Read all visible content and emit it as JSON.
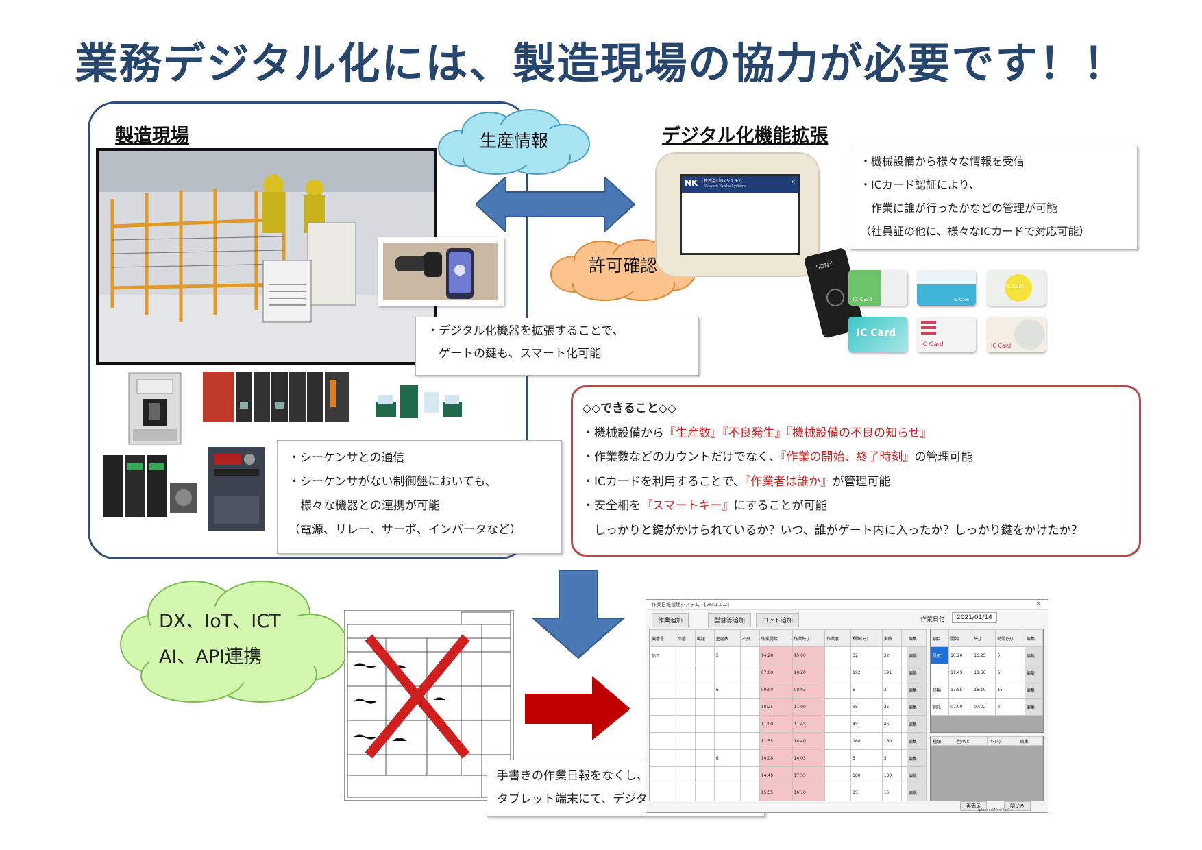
{
  "title": "業務デジタル化には、製造現場の協力が必要です！！",
  "left_heading": "製造現場",
  "right_heading": "デジタル化機能拡張",
  "clouds": {
    "production_info": "生産情報",
    "permission_check": "許可確認",
    "dx_line1": "DX、IoT、ICT",
    "dx_line2": "AI、API連携"
  },
  "gate_box": [
    "・デジタル化機器を拡張することで、",
    "　ゲートの鍵も、スマート化可能"
  ],
  "sequencer_box": [
    "・シーケンサとの通信",
    "・シーケンサがない制御盤においても、",
    "　様々な機器との連携が可能",
    "（電源、リレー、サーボ、インバータなど）"
  ],
  "features_box": [
    "・機械設備から様々な情報を受信",
    "・ICカード認証により、",
    "　作業に誰が行ったかなどの管理が可能",
    "（社員証の他に、様々なICカードで対応可能）"
  ],
  "tablet_screen": {
    "logo": "NK",
    "company": "株式会社NKシステム",
    "sub": "Network Kaisha Systems"
  },
  "ic_cards": [
    "IC Card",
    "IC Card",
    "IC Card",
    "IC Card",
    "IC Card",
    "IC Card"
  ],
  "can_do": {
    "heading": "◇◇できること◇◇",
    "l1": {
      "a": "・機械設備から",
      "b": "『生産数』『不良発生』『機械設備の不良の知らせ』",
      "c": ""
    },
    "l2": {
      "a": "・作業数などのカウントだけでなく、",
      "b": "『作業の開始、終了時刻』",
      "c": "の管理可能"
    },
    "l3": {
      "a": "・ICカードを利用することで、",
      "b": "『作業者は誰か』",
      "c": "が管理可能"
    },
    "l4": {
      "a": "・安全柵を",
      "b": "『スマートキー』",
      "c": "にすることが可能"
    },
    "l5": "　しっかりと鍵がかけられているか？いつ、誰がゲート内に入ったか？しっかり鍵をかけたか？"
  },
  "handwritten_box": [
    "手書きの作業日報をなくし、",
    "タブレット端末にて、デジタル化へ拡大"
  ],
  "app": {
    "window_title": "作業日報管理システム - [ver.1.0.2]",
    "btn_add_work": "作業追加",
    "btn_add_model": "型替等追加",
    "btn_add_lot": "ロット追加",
    "date_label": "作業日付",
    "date_value": "2021/01/14",
    "cols": [
      "機番号",
      "品番",
      "機種",
      "生産数",
      "不良",
      "作業開始",
      "作業終了",
      "作業者",
      "標準(分)",
      "実績",
      "",
      "編集"
    ],
    "rows": [
      [
        "加工",
        "",
        "",
        "5",
        "",
        "14:28",
        "15:00",
        "",
        "32",
        "32",
        "",
        "編集"
      ],
      [
        "",
        "",
        "",
        "",
        "",
        "07:00",
        "10:20",
        "",
        "192",
        "191",
        "",
        "編集"
      ],
      [
        "",
        "",
        "",
        "6",
        "",
        "09:00",
        "09:03",
        "",
        "5",
        "3",
        "",
        "編集"
      ],
      [
        "",
        "",
        "",
        "",
        "",
        "10:25",
        "11:00",
        "",
        "35",
        "35",
        "",
        "編集"
      ],
      [
        "",
        "",
        "",
        "",
        "",
        "11:00",
        "11:45",
        "",
        "45",
        "45",
        "",
        "編集"
      ],
      [
        "",
        "",
        "",
        "",
        "",
        "11:55",
        "14:40",
        "",
        "160",
        "160",
        "",
        "編集"
      ],
      [
        "",
        "",
        "",
        "6",
        "",
        "14:08",
        "14:03",
        "",
        "5",
        "3",
        "",
        "編集"
      ],
      [
        "",
        "",
        "",
        "",
        "",
        "14:40",
        "17:55",
        "",
        "180",
        "180",
        "",
        "編集"
      ],
      [
        "",
        "",
        "",
        "",
        "",
        "15:55",
        "16:10",
        "",
        "15",
        "15",
        "",
        "編集"
      ]
    ],
    "side_cols": [
      "項目",
      "開始",
      "終了",
      "時間(分)",
      "編集"
    ],
    "side_rows": [
      [
        "段取",
        "10:20",
        "10:25",
        "5",
        "編集"
      ],
      [
        "",
        "11:45",
        "11:50",
        "5",
        "編集"
      ],
      [
        "移動",
        "17:55",
        "18:10",
        "15",
        "編集"
      ],
      [
        "朝礼",
        "07:00",
        "07:02",
        "2",
        "編集"
      ]
    ],
    "lower_cols": [
      "種類",
      "型/Wk",
      "(ｻｲｸﾙ)",
      "編集"
    ],
    "btn_show": "再表示",
    "btn_close": "閉じる",
    "status": "Uploaded/Modified"
  }
}
